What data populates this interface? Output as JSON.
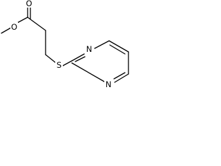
{
  "molecule": {
    "atoms": [
      {
        "id": "o_carbonyl",
        "element": "O",
        "label": "O"
      },
      {
        "id": "o_ester",
        "element": "O",
        "label": "O"
      },
      {
        "id": "s",
        "element": "S",
        "label": "S"
      },
      {
        "id": "n_upper",
        "element": "N",
        "label": "N"
      },
      {
        "id": "n_lower",
        "element": "N",
        "label": "N"
      }
    ],
    "colors": {
      "bond": "#000000",
      "label": "#000000",
      "background": "#ffffff"
    }
  }
}
